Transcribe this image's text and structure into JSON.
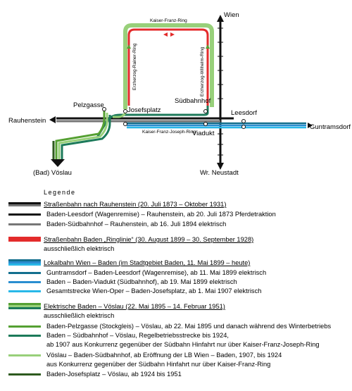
{
  "map": {
    "places": {
      "wien": "Wien",
      "rauhenstein": "Rauhenstein",
      "pelzgasse": "Pelzgasse",
      "josefsplatz": "Josefsplatz",
      "suedbahnhof": "Südbahnhof",
      "leesdorf": "Leesdorf",
      "viadukt": "Viadukt",
      "guntramsdorf": "Guntramsdorf ▶ Wien",
      "voeslau": "(Bad) Vöslau",
      "wr_neustadt": "Wr. Neustadt"
    },
    "streets": {
      "kaiser_franz_ring": "Kaiser-Franz-Ring",
      "erzherzog_rainer_ring": "Erzherzog-Rainer-Ring",
      "erzherzog_wilhelm_ring": "Erzherzog-Wilhelm-Ring",
      "kaiser_franz_joseph_ring": "Kaiser-Franz-Joseph-Ring"
    },
    "colors": {
      "black": "#111111",
      "grey": "#777777",
      "red": "#e32b2b",
      "blue_dark": "#136f8e",
      "blue_mid": "#2a8ed0",
      "blue_light": "#29b8e8",
      "green_mid": "#55a032",
      "green_teal": "#1c7a5a",
      "green_light": "#98d07a",
      "green_dark": "#2e5a1e"
    }
  },
  "legend": {
    "title": "Legende",
    "groups": [
      {
        "heading": "Straßenbahn nach Rauhenstein (20. Juli 1873 – Oktober 1931)",
        "items": [
          "Baden-Leesdorf (Wagenremise) – Rauhenstein, ab 20. Juli 1873 Pferdetraktion",
          "Baden-Südbahnhof – Rauhenstein, ab 16. Juli 1894 elektrisch"
        ]
      },
      {
        "heading": "Straßenbahn Baden „Ringlinie“ (30. August 1899 – 30. September 1928)",
        "sub": "ausschließlich elektrisch"
      },
      {
        "heading": "Lokalbahn Wien – Baden (im Stadtgebiet Baden, 11. Mai 1899 – heute)",
        "items": [
          "Guntramsdorf – Baden-Leesdorf (Wagenremise), ab 11. Mai 1899 elektrisch",
          "Baden – Baden-Viadukt (Südbahnhof), ab 19. Mai 1899 elektrisch",
          "Gesamtstrecke Wien-Oper – Baden-Josefsplatz, ab 1. Mai 1907 elektrisch"
        ]
      },
      {
        "heading": "Elektrische Baden – Vöslau (22. Mai 1895 – 14. Februar 1951)",
        "sub": "ausschließlich elektrisch",
        "items": [
          "Baden-Pelzgasse (Stockgleis) – Vöslau, ab 22. Mai 1895 und danach während des Winterbetriebs",
          "Baden – Südbahnhof – Vöslau, Regelbetriebsstrecke bis 1924,",
          "ab 1907 aus Konkurrenz gegenüber der Südbahn Hinfahrt nur über Kaiser-Franz-Joseph-Ring",
          "Vöslau – Baden-Südbahnhof, ab Eröffnung der LB Wien – Baden, 1907, bis 1924",
          "aus Konkurrenz gegenüber der Südbahn Hinfahrt nur über Kaiser-Franz-Ring",
          "Baden-Josefsplatz – Vöslau, ab 1924 bis 1951"
        ]
      }
    ]
  }
}
